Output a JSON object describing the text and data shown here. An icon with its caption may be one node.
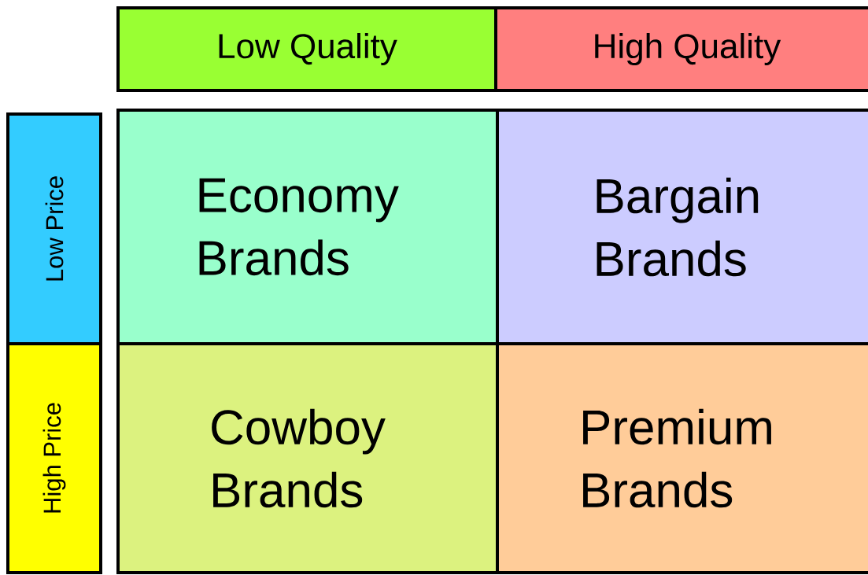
{
  "diagram": {
    "nodes": [
      {
        "text": [
          "Low Quality"
        ]
      },
      {
        "text": [
          "High Quality"
        ]
      },
      {
        "text": [
          "Low Price"
        ]
      },
      {
        "text": [
          "Economy Brands"
        ]
      },
      {
        "text": [
          "Bargain Brands"
        ]
      },
      {
        "text": [
          "High Price"
        ]
      },
      {
        "text": [
          "Cowboy Brands"
        ]
      },
      {
        "text": [
          "Premium Brands"
        ]
      }
    ]
  }
}
